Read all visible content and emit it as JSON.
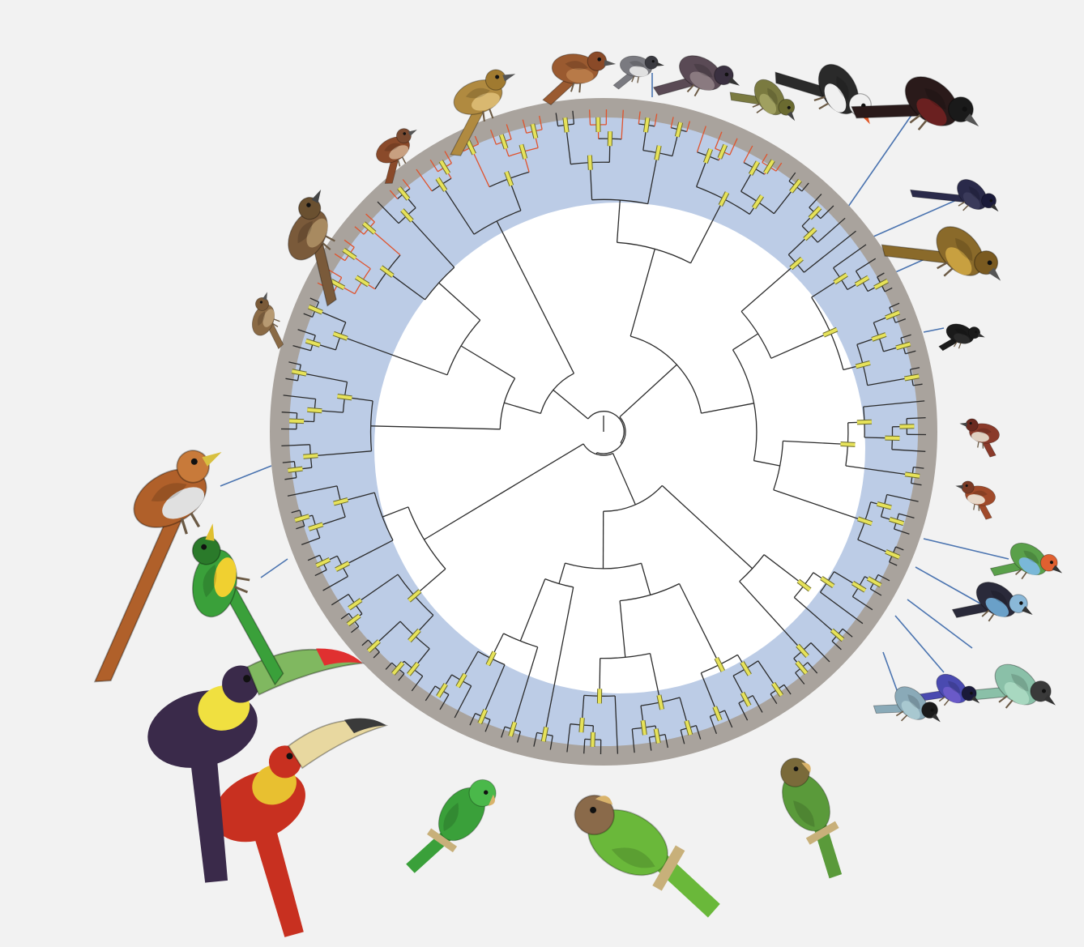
{
  "colors": {
    "background": "#f2f2f2",
    "outer_ring": "#a9a39d",
    "blue_band": "#bccce6",
    "inner_disk": "#ffffff",
    "branch": "#2b2b2b",
    "highlight_branch": "#e0532d",
    "node_bar": "#e6e25a",
    "connector": "#4b74b0"
  },
  "tree": {
    "tips": 120
  },
  "bird_groups": [
    {
      "group": "cuckoos",
      "icon": "cuckoo-bird-icon",
      "count": 1
    },
    {
      "group": "trogons",
      "icon": "trogon-bird-icon",
      "count": 1
    },
    {
      "group": "toucans",
      "icon": "toucan-bird-icon",
      "count": 2
    },
    {
      "group": "parrots",
      "icon": "parrot-bird-icon",
      "count": 3
    },
    {
      "group": "tanagers",
      "icon": "tanager-bird-icon",
      "count": 6
    },
    {
      "group": "wrens",
      "icon": "wren-bird-icon",
      "count": 2
    },
    {
      "group": "cotingas_manakins",
      "icon": "cotinga-bird-icon",
      "count": 5
    },
    {
      "group": "antbirds_furnariids",
      "icon": "antbird-bird-icon",
      "count": 7
    }
  ]
}
